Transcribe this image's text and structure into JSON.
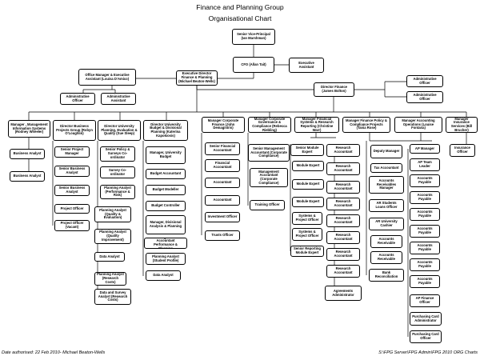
{
  "title": "Finance and Planning Group",
  "subtitle": "Organisational Chart",
  "footer": {
    "left": "Date authorised: 22 Feb 2010- Michael Beaton-Wells",
    "right": "S:\\FPG Server\\FPG Admin\\FPG 2010 ORG Charts"
  },
  "boxes": {
    "svp": "Senior Vice-Principal (Ian Marshman)",
    "cfo": "CFO (Allan Tait)",
    "exec_asst": "Executive Assistant",
    "office_mgr": "Office Manager & Executive Assistant (Louisa D'Amico)",
    "exec_dir": "Executive Director Finance & Planning (Michael Beaton-Wells)",
    "admin_off_l": "Administrative Officer",
    "admin_asst_l": "Administrative Assistant",
    "dir_fin": "Director Finance (James Bolton)",
    "admin_off_r1": "Administrative Officer",
    "admin_off_r2": "Administrative Officer",
    "c1_head": "Manager , Management Information Systems (Rodney Wheeler)",
    "c1_1": "Business Analyst",
    "c1_2": "Business Analyst",
    "c2_head": "Director Business Projects Group (Robyn O'Loughlin)",
    "c2_1": "Senior Project Manager",
    "c2_2": "Senior Business Analyst",
    "c2_3": "Senior Business Analyst",
    "c2_4": "Project Officer",
    "c2_5": "Project Officer (Vacant)",
    "c3_head": "Director University Planning, Evaluation & Quality (Sue Sleep)",
    "c3_1": "Senior Policy & Surveys Co-ordinator",
    "c3_2": "Survey Co-ordinator",
    "c3_3": "Planning Analyst (Performance & Risk)",
    "c3_4": "Planning Analyst (Quality & Evaluation)",
    "c3_5": "Planning Analyst (Quality Improvement)",
    "c3_6": "Data Analyst",
    "c3_7": "Planning Analyst (Research Costs)",
    "c3_8": "Data and Survey Analyst (Research Costs)",
    "c4_head": "Director University Budget & Divisional Planning (Katerina Kapokiosis)",
    "c4_1": "Manager, University Budget",
    "c4_2": "Budget Accountant",
    "c4_3": "Budget Modeller",
    "c4_4": "Budget Controller",
    "c4_5": "Manager, Divisional Analysis & Planning",
    "c4_6": "Management Accountant Performance & Planning",
    "c4_7": "Planning Analyst (Student Profile)",
    "c4_8": "Data Analyst",
    "c5_head": "Manager Corporate Finance (John Demagistris)",
    "c5_1": "Senior Financial Accountant",
    "c5_2": "Financial Accountant",
    "c5_3": "Accountant",
    "c5_4": "Accountant",
    "c5_5": "Investment Officer",
    "c5_6": "Trusts Officer",
    "c6_head": "Manager Corporate Governance & Compliance (Rebecca Riebling)",
    "c6_1": "Senior Management Accountant (Corporate Compliance)",
    "c6_2": "Management Accountant (Corporate Compliance)",
    "c6_3": "Training Officer",
    "c7_head": "Manager Financial Systems & Research Reporting (Christine Warr)",
    "c7_1": "Senior Module Expert",
    "c7_2": "Module Expert",
    "c7_3": "Module Expert",
    "c7_4": "Module Expert",
    "c7_5": "Systems & Project Officer",
    "c7_6": "Systems & Project Officer",
    "c7_7": "Senior Reporting Module Expert",
    "c7b_1": "Research Accountant",
    "c7b_2": "Research Accountant",
    "c7b_3": "Research Accountant",
    "c7b_4": "Research Accountant",
    "c7b_5": "Research Accountant",
    "c7b_6": "Research Accountant",
    "c7b_7": "Research Accountant",
    "c7b_8": "Research Accountant",
    "c7b_9": "Agreements Administrator",
    "c8_head": "Manager Finance Policy & Compliance Projects (Tania Rose)",
    "c9_head": "Manager Accounting Operations (Louise Fontana)",
    "c9_1": "Deputy Manager",
    "c9_2": "Tax Accountant",
    "c9_3": "Accounts Receivables Manager",
    "c9_4": "AR Students Loans Officer",
    "c9_5": "AR University Cashier",
    "c9_6": "Accounts Receivable",
    "c9_7": "Accounts Receivable",
    "c9_8": "Bank Reconciliation",
    "c9b_1": "AP Manager",
    "c9b_2": "AP Team Leader",
    "c9b_3": "Accounts Payable",
    "c9b_4": "Accounts Payable",
    "c9b_5": "Accounts Payable",
    "c9b_6": "Accounts Payable",
    "c9b_7": "Accounts Payable",
    "c9b_8": "Accounts Payable",
    "c9b_9": "Accounts Payable",
    "c9b_10": "AP Finance Officer",
    "c9b_11": "Purchasing Card Administrator",
    "c9b_12": "Purchasing Card Officer",
    "c10_head": "Manager Insurance Services (Bill Brucher)",
    "c10_1": "Insurance Officer"
  }
}
